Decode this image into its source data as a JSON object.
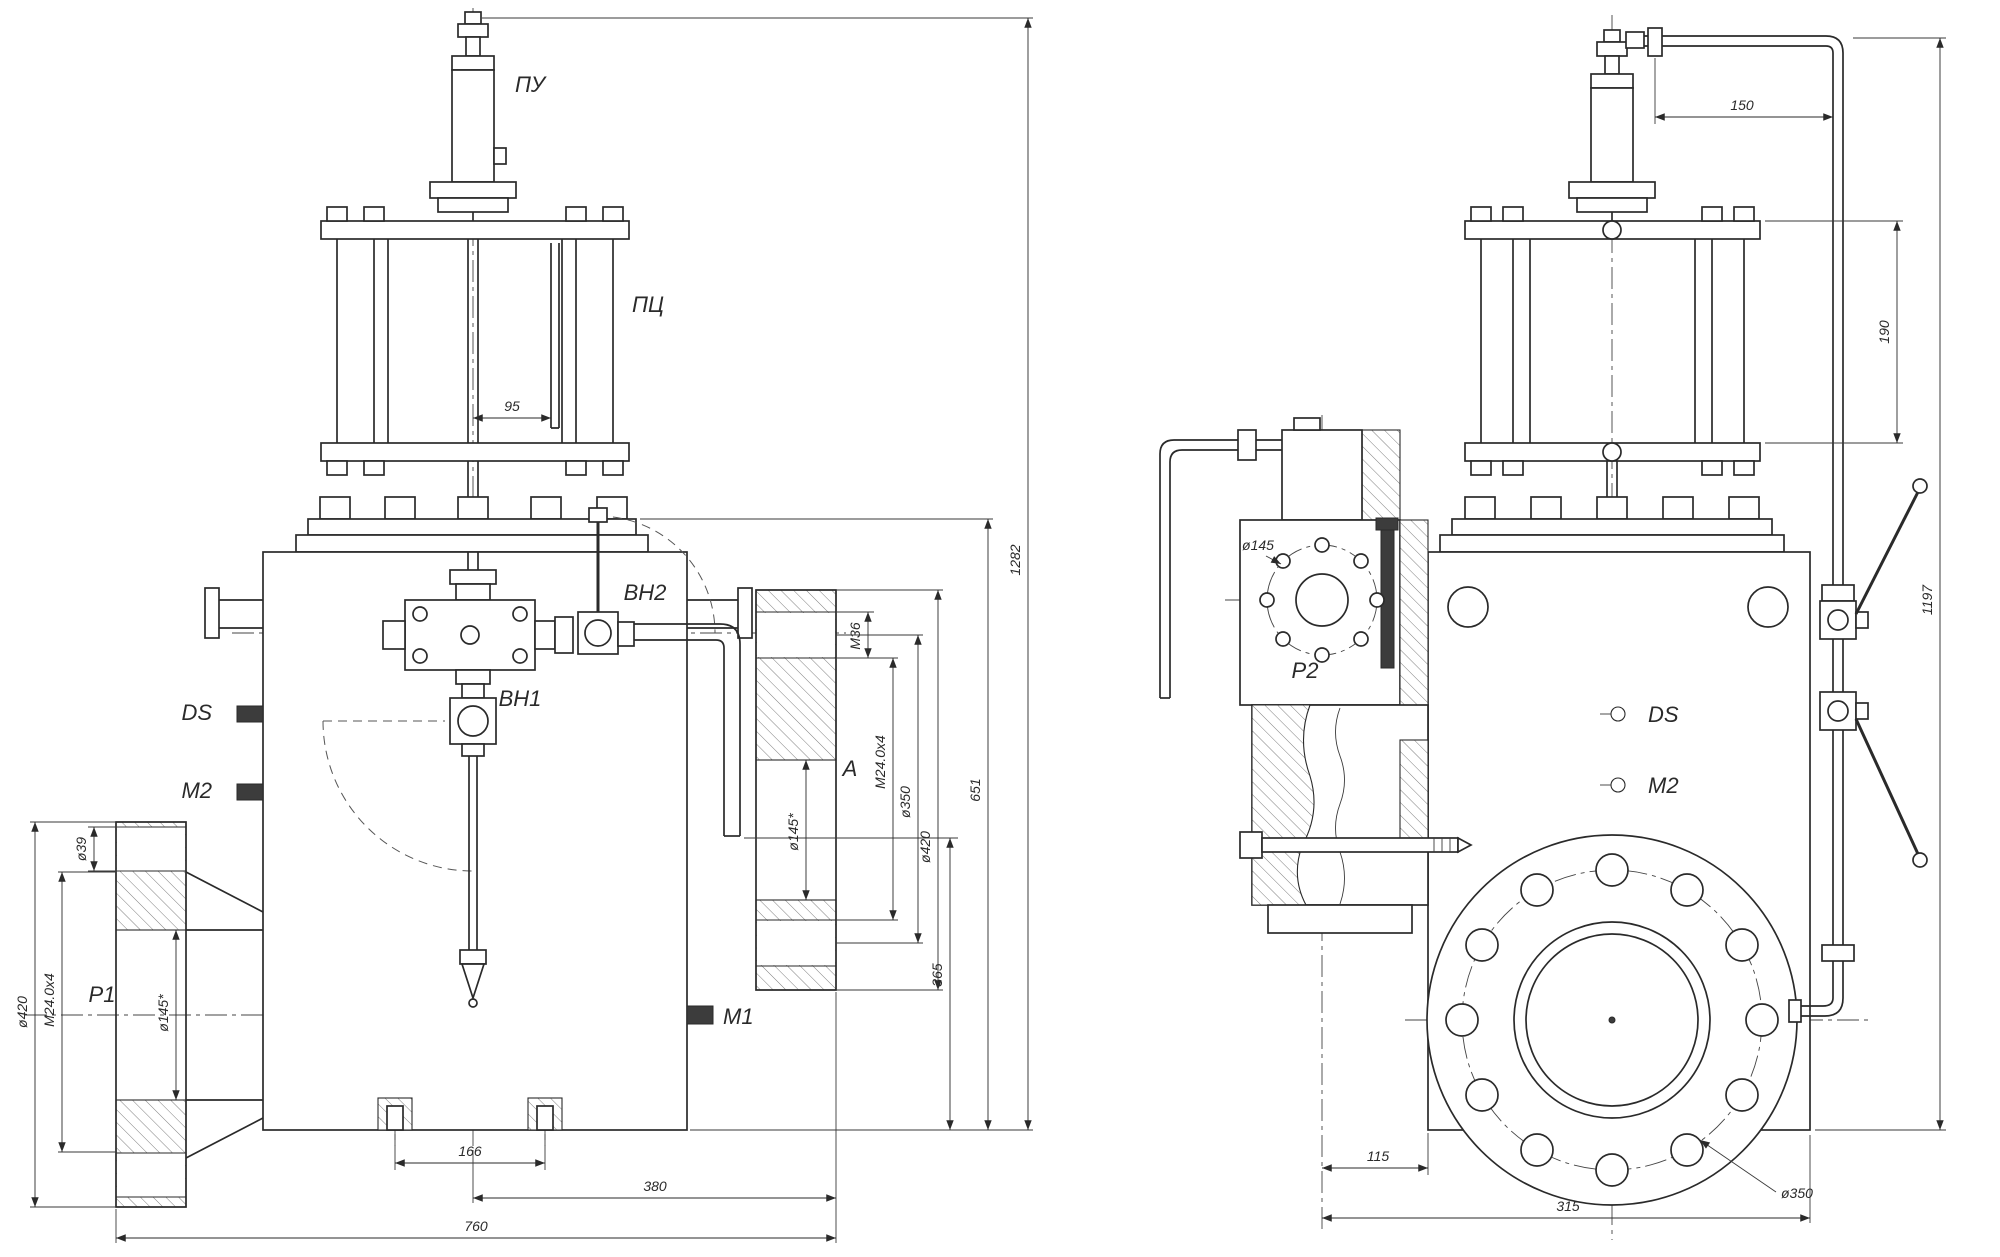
{
  "sheet": {
    "background": "#ffffff",
    "line_color": "#2a2a2a"
  },
  "left_view": {
    "labels": {
      "pilot": "ПУ",
      "cylinder": "ПЦ",
      "valve2": "ВН2",
      "valve1": "ВН1",
      "port_ds": "DS",
      "port_m2": "М2",
      "port_m1": "М1",
      "port_p1": "P1",
      "section": "А"
    },
    "dims": {
      "d95": "95",
      "d166": "166",
      "d380": "380",
      "d760": "760",
      "d1282": "1282",
      "d651": "651",
      "d365": "365",
      "m36": "М36",
      "m24_right": "М24.0х4",
      "d350_right": "ø350",
      "d420_right": "ø420",
      "d145_right": "ø145*",
      "d39": "ø39",
      "m24_left": "М24.0х4",
      "d420_left": "ø420",
      "d145_left": "ø145*"
    }
  },
  "right_view": {
    "labels": {
      "port_p2": "P2",
      "port_ds": "DS",
      "port_m2": "М2"
    },
    "dims": {
      "d150": "150",
      "d190": "190",
      "d1197": "1197",
      "d145": "ø145",
      "d115": "115",
      "d315": "315",
      "d350": "ø350"
    }
  }
}
